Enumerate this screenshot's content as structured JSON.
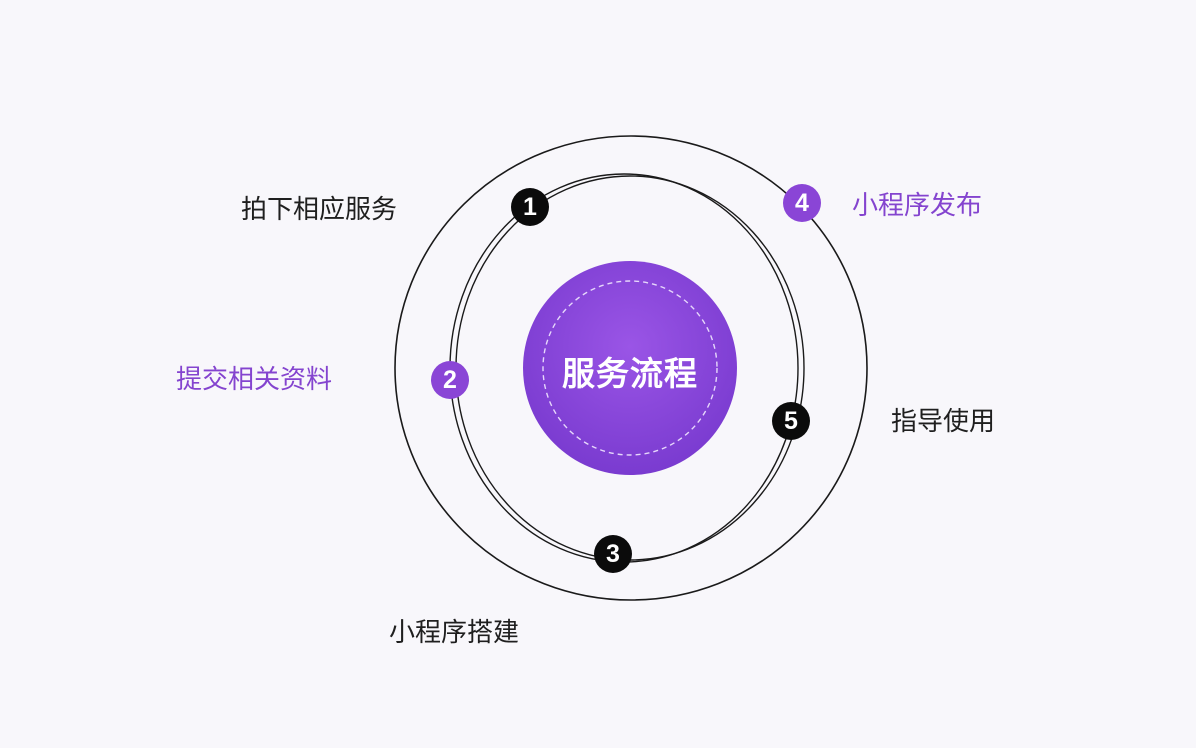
{
  "center": {
    "title": "服务流程"
  },
  "colors": {
    "accent": "#8a45d6",
    "accent_text": "#8444cf",
    "dark": "#0b0b0b"
  },
  "steps": [
    {
      "number": "1",
      "label": "拍下相应服务",
      "badge_color": "black"
    },
    {
      "number": "2",
      "label": "提交相关资料",
      "badge_color": "purple"
    },
    {
      "number": "3",
      "label": "小程序搭建",
      "badge_color": "black"
    },
    {
      "number": "4",
      "label": "小程序发布",
      "badge_color": "purple"
    },
    {
      "number": "5",
      "label": "指导使用",
      "badge_color": "black"
    }
  ]
}
